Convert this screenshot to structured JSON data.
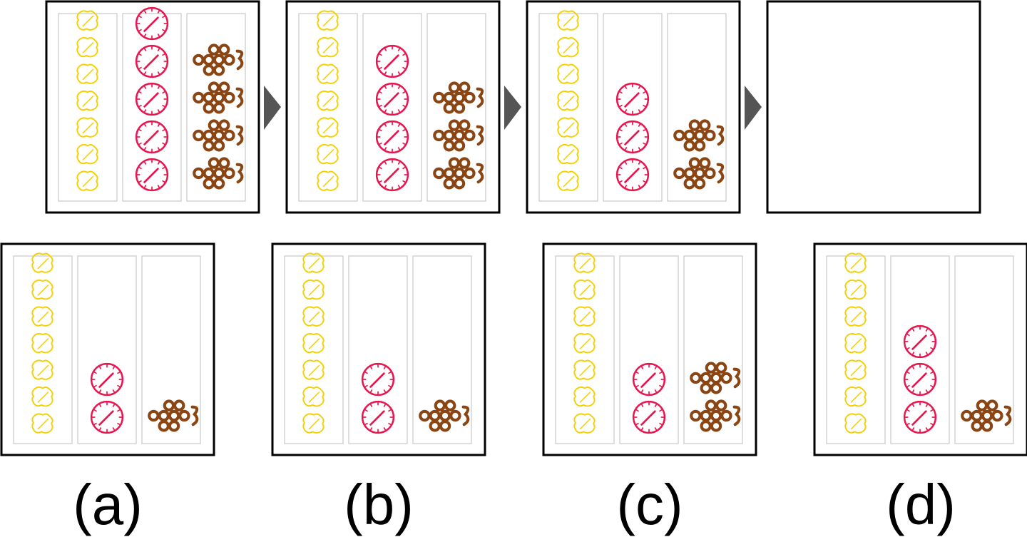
{
  "puzzle": {
    "colors": {
      "frame": "#000000",
      "column_border": "#c8c8c8",
      "arrow": "#555555",
      "leaf": "#f5d000",
      "clock": "#e8164f",
      "grapes": "#8b4513",
      "label": "#000000"
    },
    "icons": [
      "leaf-icon",
      "clock-icon",
      "grapes-icon"
    ],
    "sequence": [
      {
        "panel": 1,
        "counts": {
          "leaf": 7,
          "clock": 5,
          "grapes": 4
        }
      },
      {
        "panel": 2,
        "counts": {
          "leaf": 7,
          "clock": 4,
          "grapes": 3
        }
      },
      {
        "panel": 3,
        "counts": {
          "leaf": 7,
          "clock": 3,
          "grapes": 2
        }
      },
      {
        "panel": 4,
        "counts": null
      }
    ],
    "options": [
      {
        "label": "(a)",
        "counts": {
          "leaf": 7,
          "clock": 2,
          "grapes": 1
        }
      },
      {
        "label": "(b)",
        "counts": {
          "leaf": 7,
          "clock": 2,
          "grapes": 1
        }
      },
      {
        "label": "(c)",
        "counts": {
          "leaf": 7,
          "clock": 2,
          "grapes": 2
        }
      },
      {
        "label": "(d)",
        "counts": {
          "leaf": 7,
          "clock": 3,
          "grapes": 1
        }
      }
    ]
  }
}
